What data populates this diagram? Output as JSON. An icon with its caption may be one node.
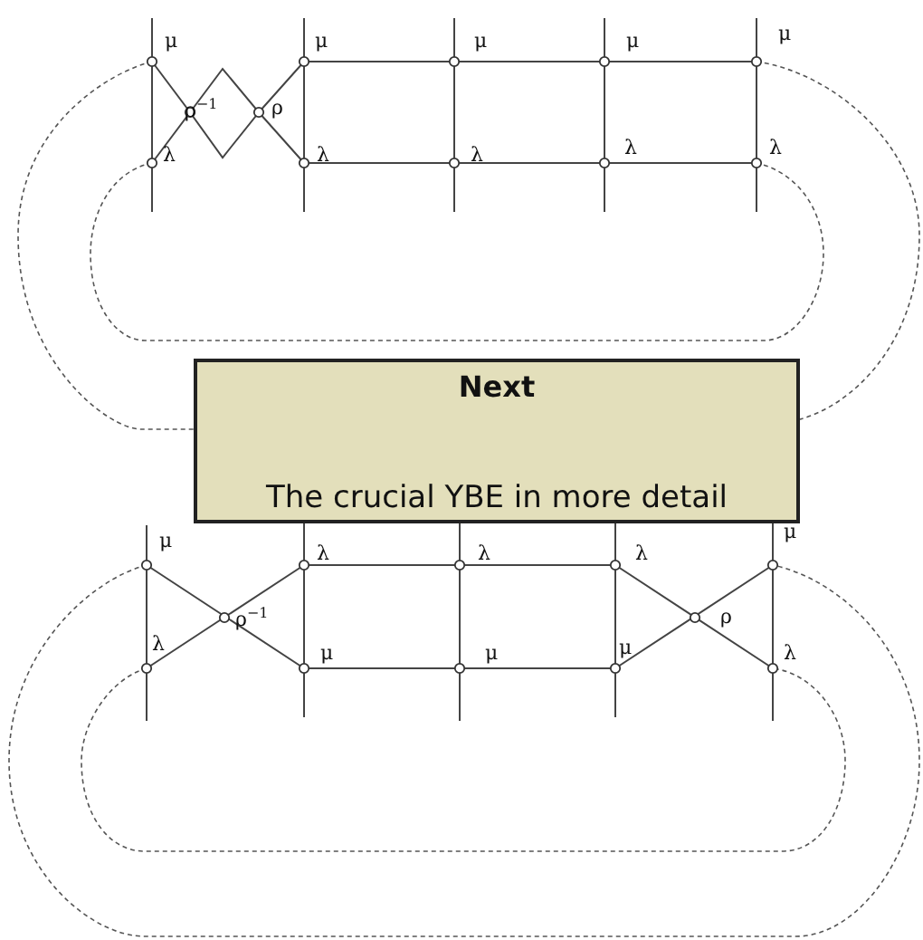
{
  "diagram": {
    "nodes": [
      {
        "text": [
          "Next",
          "The crucial YBE in more detail"
        ]
      }
    ],
    "labels": [
      "μ",
      "μ",
      "μ",
      "μ",
      "μ",
      "ρ$^{−1}$",
      "ρ",
      "λ",
      "λ",
      "λ",
      "λ",
      "λ",
      "μ",
      "λ",
      "λ",
      "λ",
      "μ",
      "ρ$^{−1}$",
      "ρ",
      "λ",
      "μ",
      "μ",
      "μ",
      "λ"
    ]
  }
}
